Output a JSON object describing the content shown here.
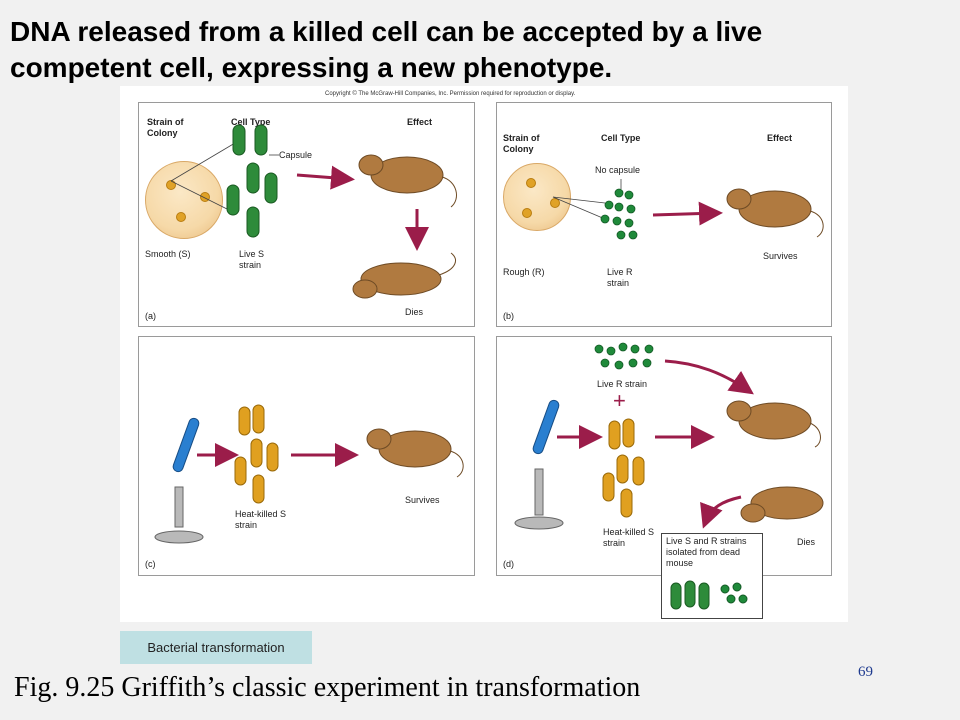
{
  "heading": "DNA released from a killed cell can be accepted by a live competent cell, expressing a new phenotype.",
  "figure": {
    "copyright": "Copyright © The McGraw-Hill Companies, Inc. Permission required for reproduction or display.",
    "panel_a": {
      "strain_heading": "Strain of Colony",
      "cell_type_heading": "Cell Type",
      "effect_heading": "Effect",
      "capsule_label": "Capsule",
      "strain_label": "Smooth (S)",
      "cell_label": "Live S strain",
      "effect_label": "Dies",
      "panel_label": "(a)"
    },
    "panel_b": {
      "strain_heading": "Strain of Colony",
      "cell_type_heading": "Cell Type",
      "effect_heading": "Effect",
      "capsule_label": "No capsule",
      "strain_label": "Rough (R)",
      "cell_label": "Live R strain",
      "effect_label": "Survives",
      "panel_label": "(b)"
    },
    "panel_c": {
      "cell_label": "Heat-killed S strain",
      "effect_label": "Survives",
      "panel_label": "(c)"
    },
    "panel_d": {
      "live_r_label": "Live R strain",
      "plus": "+",
      "cell_label": "Heat-killed S strain",
      "effect_label": "Dies",
      "isolated_label": "Live S and R strains isolated from dead mouse",
      "panel_label": "(d)"
    }
  },
  "caption_tag": "Bacterial transformation",
  "slide_number": "69",
  "figure_caption": "Fig. 9.25 Griffith’s classic experiment in transformation",
  "colors": {
    "arrow": "#9b1d4a",
    "live_s_cell": "#2e8b3a",
    "heat_killed_cell": "#e0a020",
    "r_cell": "#1f8a3a",
    "mouse": "#b07a40",
    "caption_tag_bg": "#bfe0e3",
    "slide_number": "#1f3b8f"
  }
}
